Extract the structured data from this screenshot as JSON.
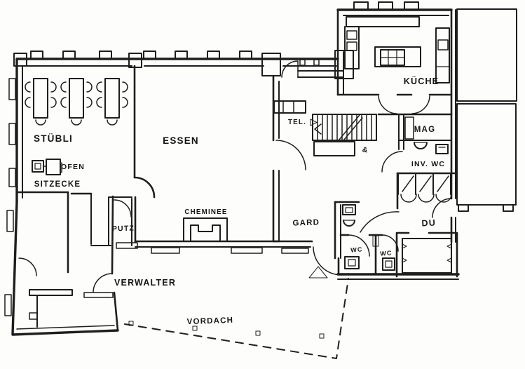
{
  "drawing": {
    "type": "architectural-floor-plan",
    "background": "#fdfdfb",
    "ink": "#1e1e1e",
    "labels": {
      "stuebli": "STÜBLI",
      "ofen": "OFEN",
      "sitzecke": "SITZECKE",
      "essen": "ESSEN",
      "cheminee": "CHEMINEE",
      "putz": "PUTZ",
      "verwalter": "VERWALTER",
      "vordach": "VORDACH",
      "tel": "TEL.",
      "kueche": "KÜCHE",
      "mag": "MAG",
      "inv_wc": "INV. WC",
      "gard": "GARD",
      "du": "DU",
      "wc_left": "WC",
      "wc_right": "WC",
      "stair_marker": "&"
    }
  }
}
